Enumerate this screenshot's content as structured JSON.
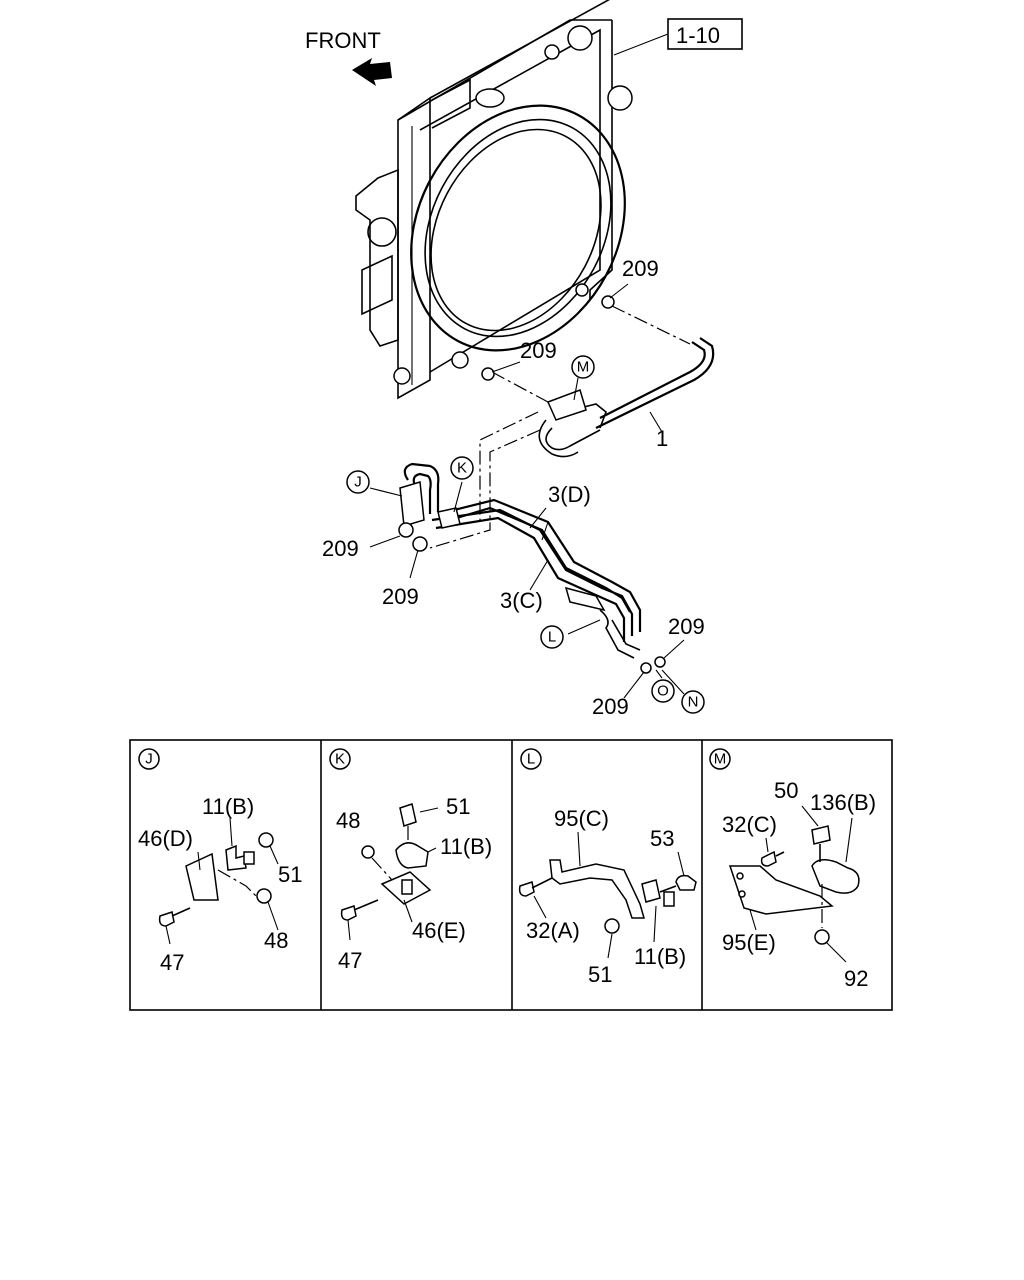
{
  "front_label": "FRONT",
  "ref_box": "1-10",
  "main_labels": {
    "l209_a": "209",
    "l209_b": "209",
    "l1": "1",
    "l3d": "3(D)",
    "l209_c": "209",
    "l209_d": "209",
    "l3c": "3(C)",
    "l209_e": "209",
    "l209_f": "209"
  },
  "callouts": {
    "M": "M",
    "J": "J",
    "K": "K",
    "L": "L",
    "O": "O",
    "N": "N"
  },
  "panels": [
    {
      "id": "J",
      "labels": {
        "a": "11(B)",
        "b": "46(D)",
        "c": "51",
        "d": "48",
        "e": "47"
      }
    },
    {
      "id": "K",
      "labels": {
        "a": "51",
        "b": "48",
        "c": "11(B)",
        "d": "47",
        "e": "46(E)"
      }
    },
    {
      "id": "L",
      "labels": {
        "a": "95(C)",
        "b": "53",
        "c": "32(A)",
        "d": "51",
        "e": "11(B)"
      }
    },
    {
      "id": "M",
      "labels": {
        "a": "50",
        "b": "136(B)",
        "c": "32(C)",
        "d": "95(E)",
        "e": "92"
      }
    }
  ]
}
